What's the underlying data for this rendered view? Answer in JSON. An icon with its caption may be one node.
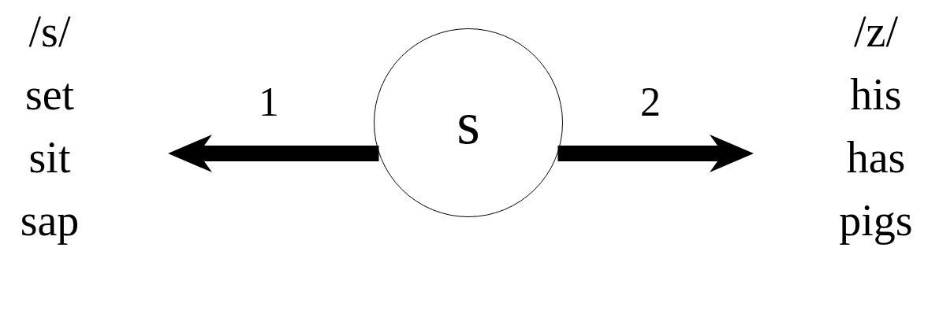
{
  "diagram": {
    "nodes": [
      {
        "text": [
          "s"
        ]
      },
      {
        "text": [
          "/s/",
          "set",
          "sit",
          "sap"
        ]
      },
      {
        "text": [
          "/z/",
          "his",
          "has",
          "pigs"
        ]
      }
    ],
    "edges": [
      {
        "from": 0,
        "to": 1,
        "arrow": "to",
        "label": "1"
      },
      {
        "from": 0,
        "to": 2,
        "arrow": "to",
        "label": "2"
      }
    ]
  }
}
